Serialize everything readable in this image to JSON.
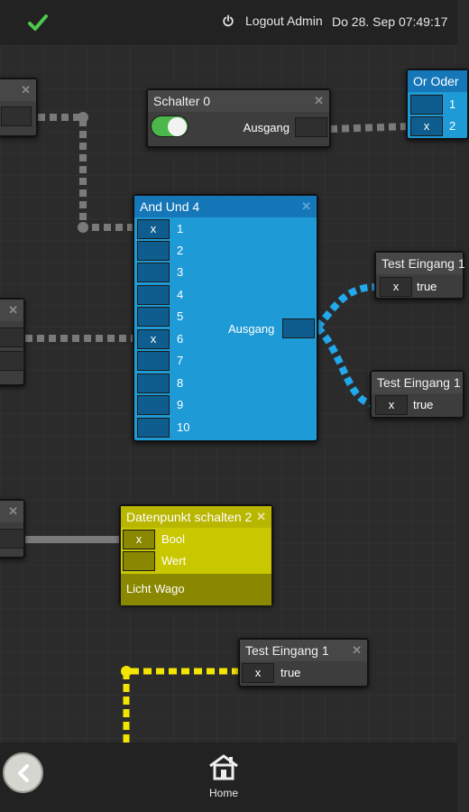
{
  "header": {
    "status_icon": "checkmark-icon",
    "logout_label": "Logout Admin",
    "datetime": "Do 28. Sep 07:49:17"
  },
  "colors": {
    "accent_blue": "#1e9ad6",
    "accent_yellow": "#c9c700",
    "status_green": "#4cb84c",
    "wire_gray": "#7a7a7a"
  },
  "nodes": {
    "schalter": {
      "title": "Schalter 0",
      "output_label": "Ausgang",
      "toggle_on": true
    },
    "or_oder": {
      "title": "Or Oder",
      "ports": [
        "",
        "x"
      ],
      "port_labels": [
        "1",
        "2"
      ]
    },
    "and_und": {
      "title": "And Und 4",
      "inputs": [
        {
          "mark": "x",
          "label": "1"
        },
        {
          "mark": "",
          "label": "2"
        },
        {
          "mark": "",
          "label": "3"
        },
        {
          "mark": "",
          "label": "4"
        },
        {
          "mark": "",
          "label": "5"
        },
        {
          "mark": "x",
          "label": "6"
        },
        {
          "mark": "",
          "label": "7"
        },
        {
          "mark": "",
          "label": "8"
        },
        {
          "mark": "",
          "label": "9"
        },
        {
          "mark": "",
          "label": "10"
        }
      ],
      "output_label": "Ausgang"
    },
    "test_eingang_a": {
      "title": "Test Eingang 1",
      "mark": "x",
      "value": "true"
    },
    "test_eingang_b": {
      "title": "Test Eingang 1",
      "mark": "x",
      "value": "true"
    },
    "datenpunkt": {
      "title": "Datenpunkt schalten 2",
      "inputs": [
        {
          "mark": "x",
          "label": "Bool"
        },
        {
          "mark": "",
          "label": "Wert"
        }
      ],
      "footer": "Licht Wago"
    },
    "test_eingang_c": {
      "title": "Test Eingang 1",
      "mark": "x",
      "value": "true"
    }
  },
  "footer": {
    "back_icon": "chevron-left-icon",
    "home_icon": "house-icon",
    "home_label": "Home"
  }
}
